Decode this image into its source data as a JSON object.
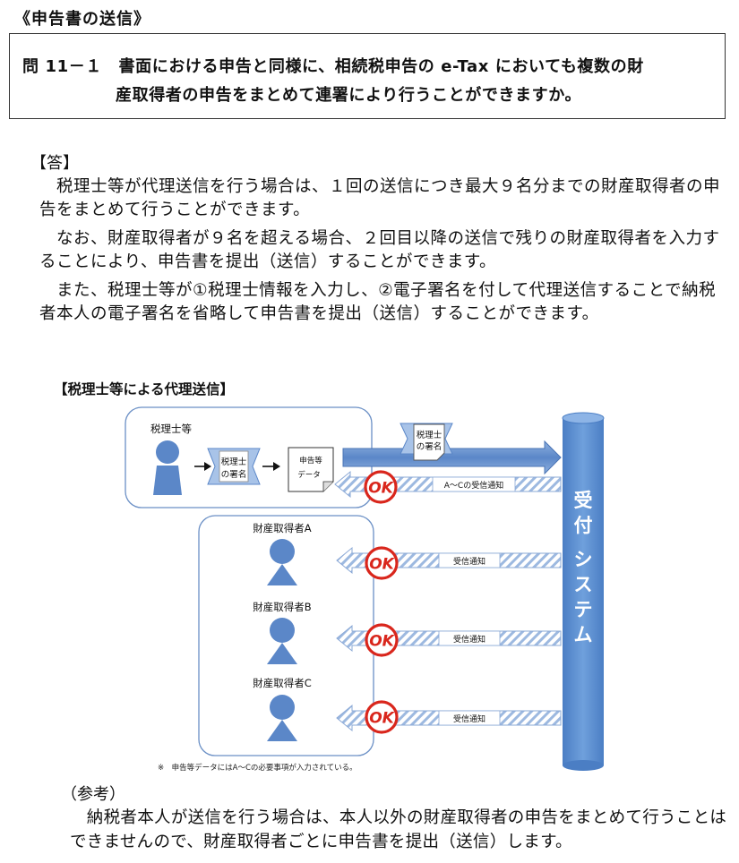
{
  "section_title": "《申告書の送信》",
  "question": {
    "line1": "問 11－１　書面における申告と同様に、相続税申告の e-Tax においても複数の財",
    "line2": "産取得者の申告をまとめて連署により行うことができますか。"
  },
  "answer": {
    "heading": "【答】",
    "paragraphs": [
      "　税理士等が代理送信を行う場合は、１回の送信につき最大９名分までの財産取得者の申告をまとめて行うことができます。",
      "　なお、財産取得者が９名を超える場合、２回目以降の送信で残りの財産取得者を入力することにより、申告書を提出（送信）することができます。",
      "　また、税理士等が①税理士情報を入力し、②電子署名を付して代理送信することで納税者本人の電子署名を省略して申告書を提出（送信）することができます。"
    ]
  },
  "diagram": {
    "title": "【税理士等による代理送信】",
    "tax_accountant": "税理士等",
    "signature_line1": "税理士",
    "signature_line2": "の署名",
    "doc_line1": "申告等",
    "doc_line2": "データ",
    "reception_notice_all": "A～Cの受信通知",
    "reception_notice": "受信通知",
    "ok_stamp": "OK",
    "heirs": [
      "財産取得者A",
      "財産取得者B",
      "財産取得者C"
    ],
    "system_chars": [
      "受",
      "付",
      "シ",
      "ス",
      "テ",
      "ム"
    ],
    "footnote": "※　申告等データにはA～Cの必要事項が入力されている。",
    "colors": {
      "blue": "#5B87C8",
      "cylinder": "#5D8FD0",
      "ok_red": "#D9261C"
    }
  },
  "reference": {
    "heading": "（参考）",
    "text": "　納税者本人が送信を行う場合は、本人以外の財産取得者の申告をまとめて行うことはできませんので、財産取得者ごとに申告書を提出（送信）します。"
  }
}
